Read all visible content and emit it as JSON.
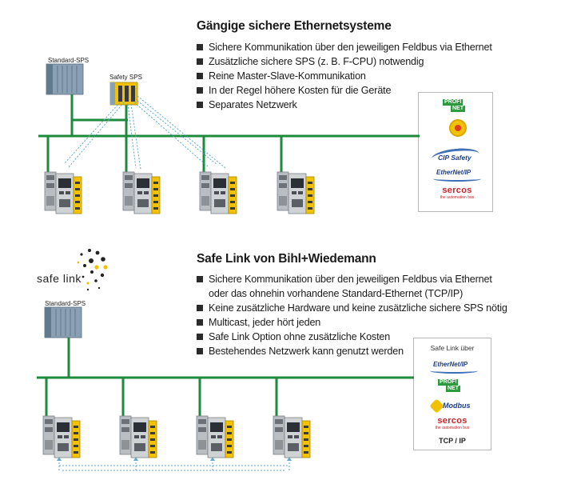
{
  "top": {
    "title": "Gängige sichere Ethernetsysteme",
    "bullets": [
      "Sichere Kommunikation über den jeweiligen Feldbus via Ethernet",
      "Zusätzliche sichere SPS (z. B. F-CPU) notwendig",
      "Reine Master-Slave-Kommunikation",
      "In der Regel höhere Kosten für die Geräte",
      "Separates Netzwerk"
    ],
    "standard_sps_label": "Standard-SPS",
    "safety_sps_label": "Safety SPS",
    "protocols": {
      "profinet": [
        "PROFI",
        "NET"
      ],
      "cip_safety": "CIP Safety",
      "ethernet_ip": "EtherNet/IP",
      "sercos": "sercos",
      "sercos_sub": "the automation bus"
    }
  },
  "bottom": {
    "logo_text": "safe link",
    "title": "Safe Link von Bihl+Wiedemann",
    "bullets": [
      "Sichere Kommunikation über den jeweiligen Feldbus via Ethernet oder das ohnehin vorhandene Standard-Ethernet (TCP/IP)",
      "Keine zusätzliche Hardware und keine zusätzliche sichere SPS nötig",
      "Multicast, jeder hört jeden",
      "Safe Link Option ohne zusätzliche Kosten",
      "Bestehendes Netzwerk kann genutzt werden"
    ],
    "standard_sps_label": "Standard-SPS",
    "box_heading": "Safe Link über",
    "protocols": {
      "ethernet_ip": "EtherNet/IP",
      "profinet": [
        "PROFI",
        "NET"
      ],
      "modbus": "Modbus",
      "sercos": "sercos",
      "sercos_sub": "the automation bus",
      "tcpip": "TCP / IP"
    }
  },
  "colors": {
    "network_green": "#1e8a3c",
    "profinet_green": "#2e9a3e",
    "safety_yellow": "#f2c200",
    "dashed_blue": "#5aa9d6",
    "module_gray": "#9aa0a4",
    "sps_blue": "#7c93a8"
  }
}
